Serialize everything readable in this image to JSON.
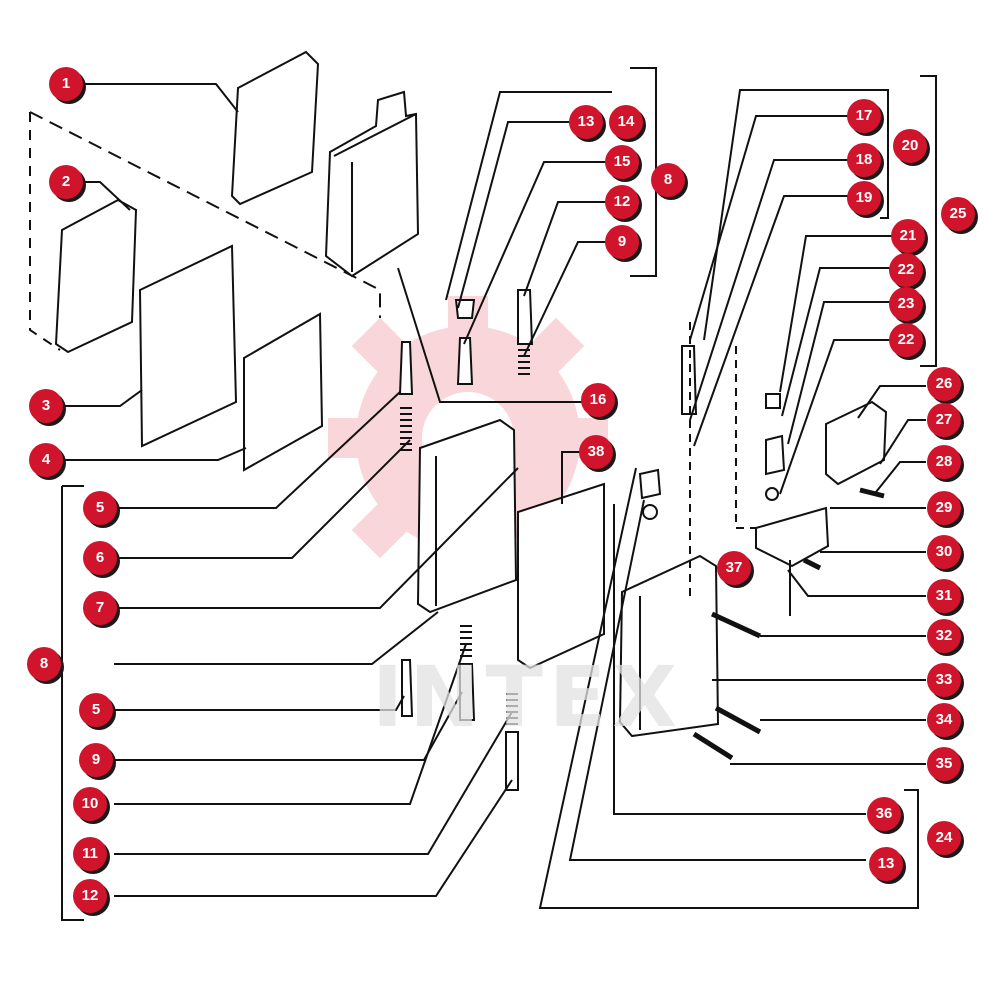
{
  "watermark": "INTEX",
  "colors": {
    "callout": "#d0142c",
    "line": "#111111",
    "watermark": "#f3b7bd"
  },
  "callouts": {
    "c1": "1",
    "c2": "2",
    "c3": "3",
    "c4": "4",
    "c5a": "5",
    "c6": "6",
    "c7": "7",
    "c8a": "8",
    "c5b": "5",
    "c9a": "9",
    "c10": "10",
    "c11": "11",
    "c12a": "12",
    "c13a": "13",
    "c14": "14",
    "c15": "15",
    "c12b": "12",
    "c9b": "9",
    "c8b": "8",
    "c16": "16",
    "c17": "17",
    "c18": "18",
    "c19": "19",
    "c20": "20",
    "c21": "21",
    "c22a": "22",
    "c23": "23",
    "c22b": "22",
    "c25": "25",
    "c26": "26",
    "c27": "27",
    "c28": "28",
    "c29": "29",
    "c30": "30",
    "c31": "31",
    "c32": "32",
    "c33": "33",
    "c34": "34",
    "c35": "35",
    "c36": "36",
    "c37": "37",
    "c38": "38",
    "c24": "24",
    "c13b": "13"
  }
}
